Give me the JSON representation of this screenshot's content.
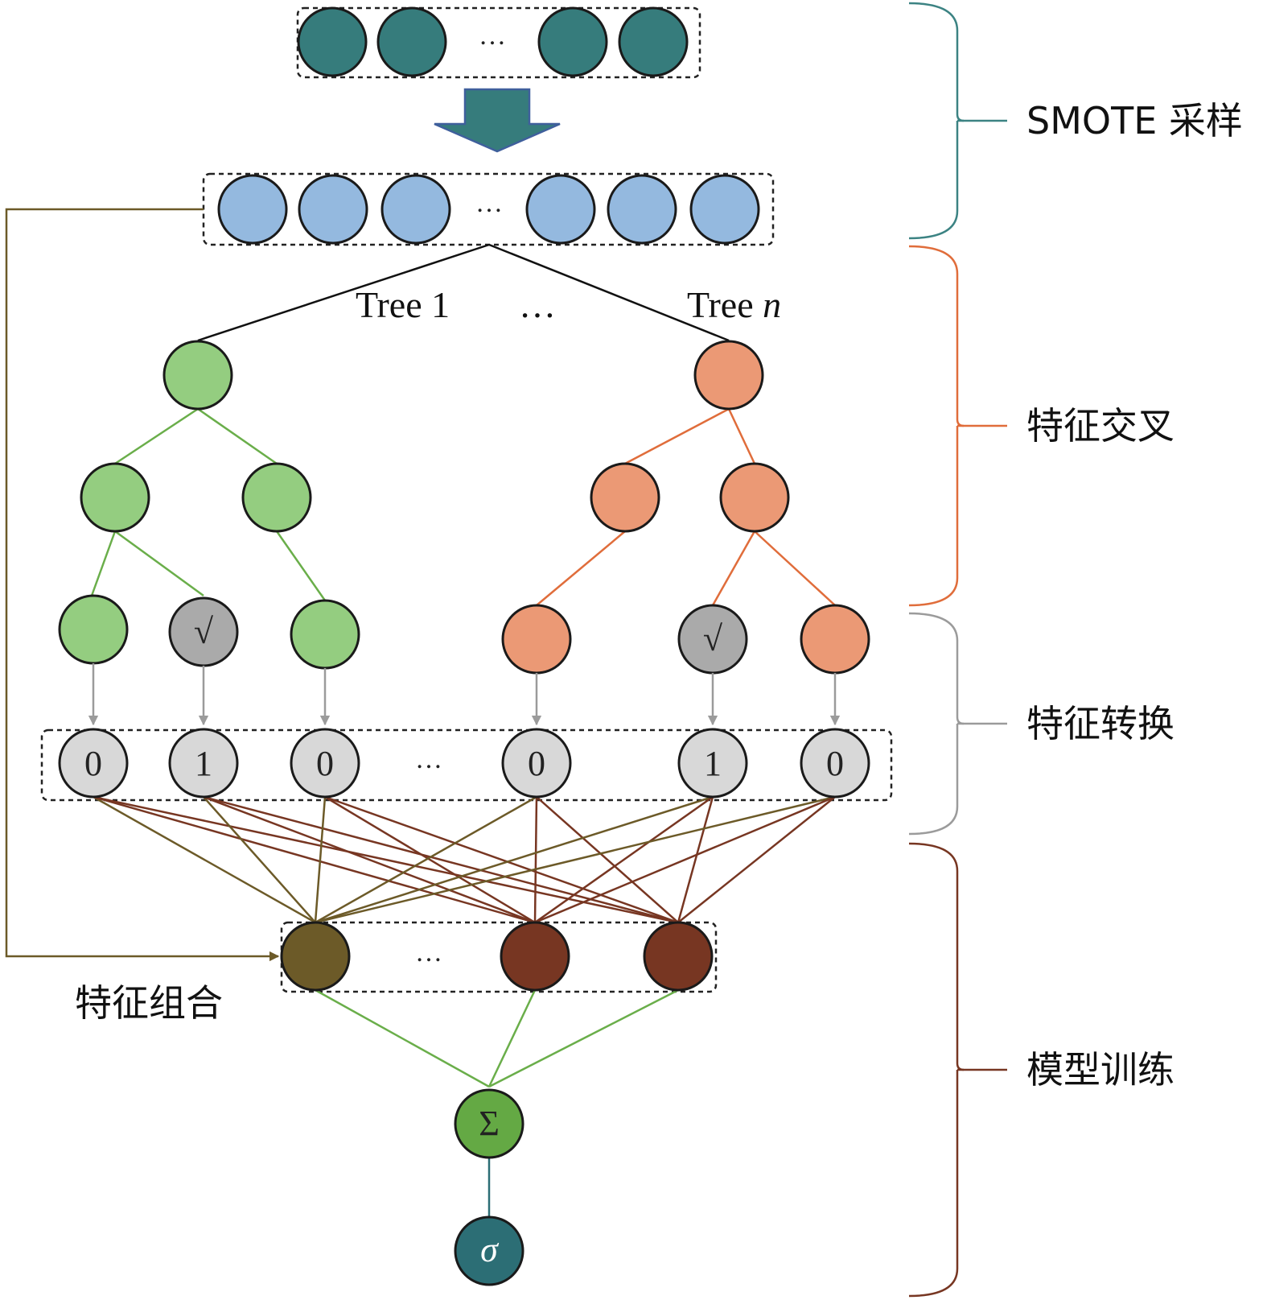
{
  "colors": {
    "smote_input": "#367c7c",
    "smote_output": "#94b9df",
    "tree1": "#94cd80",
    "tree_n": "#eb9975",
    "leaf_selected": "#aaaaaa",
    "encoding": "#d8d8d8",
    "combo_first": "#6c5a28",
    "combo_other": "#773622",
    "sum_node": "#64a944",
    "sigma_node": "#2c6e75",
    "bracket_smote": "#3c8383",
    "bracket_cross": "#e06d3b",
    "bracket_transform": "#9b9b9b",
    "bracket_train": "#773622",
    "tree1_edges": "#6aae4a",
    "tree_n_edges": "#e06d3b",
    "feedback_line": "#6c5a28"
  },
  "ellipsis": "…",
  "trees": {
    "tree1_label": "Tree 1",
    "between_label": "…",
    "tree_n_label_prefix": "Tree ",
    "tree_n_label_var": "n",
    "selected_mark": "√"
  },
  "encoding_values": [
    "0",
    "1",
    "0",
    "0",
    "1",
    "0"
  ],
  "operators": {
    "sum": "Σ",
    "sigmoid": "σ"
  },
  "labels": {
    "feature_combination": "特征组合"
  },
  "stages": [
    {
      "label": "SMOTE 采样",
      "color": "#3c8383"
    },
    {
      "label": "特征交叉",
      "color": "#e06d3b"
    },
    {
      "label": "特征转换",
      "color": "#9b9b9b"
    },
    {
      "label": "模型训练",
      "color": "#773622"
    }
  ]
}
